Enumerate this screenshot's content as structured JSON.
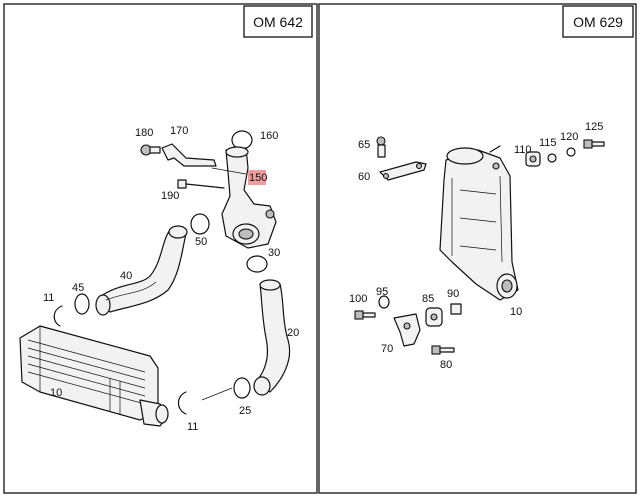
{
  "panels": [
    {
      "engine": "OM 642",
      "callouts": [
        "180",
        "170",
        "160",
        "150",
        "190",
        "50",
        "30",
        "40",
        "45",
        "11",
        "20",
        "10",
        "25",
        "11"
      ],
      "highlighted_callout": "150"
    },
    {
      "engine": "OM 629",
      "callouts": [
        "65",
        "60",
        "110",
        "115",
        "120",
        "125",
        "100",
        "95",
        "85",
        "90",
        "70",
        "80",
        "10"
      ]
    }
  ]
}
